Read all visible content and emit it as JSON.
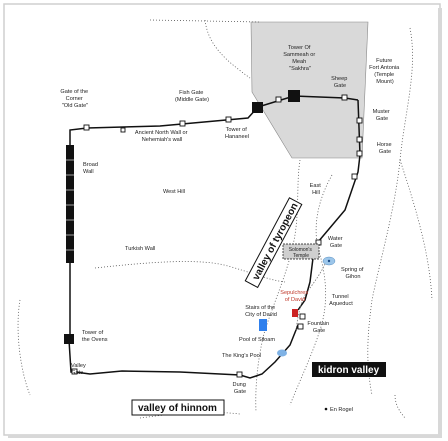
{
  "labels": {
    "tower_sammeah": [
      "Tower Of",
      "Sammeah or",
      "Meah",
      "\"Sakhra\""
    ],
    "sheep_gate": [
      "Sheep",
      "Gate"
    ],
    "future_fort": [
      "Future",
      "Fort Antonia",
      "(Temple",
      "Mount)"
    ],
    "gate_corner": [
      "Gate of the",
      "Corner",
      "\"Old Gate\""
    ],
    "fish_gate": [
      "Fish Gate",
      "(Middle Gate)"
    ],
    "tower_hananeel": [
      "Tower of",
      "Hananeel"
    ],
    "ancient_wall": [
      "Ancient North Wall or",
      "Nehemiah's wall"
    ],
    "muster_gate": [
      "Muster",
      "Gate"
    ],
    "horse_gate": [
      "Horse",
      "Gate"
    ],
    "broad_wall": [
      "Broad",
      "Wall"
    ],
    "west_hill": "West Hill",
    "east_hill": [
      "East",
      "Hill"
    ],
    "turkish_wall": "Turkish Wall",
    "water_gate": [
      "Water",
      "Gate"
    ],
    "solomons_temple": [
      "Solomon's",
      "Temple"
    ],
    "spring_gihon": [
      "Spring of",
      "Gihon"
    ],
    "sepulchres": [
      "Sepulchres",
      "of David"
    ],
    "stairs": [
      "Stairs of the",
      "City of David"
    ],
    "tunnel": [
      "Tunnel",
      "Aqueduct"
    ],
    "fountain_gate": [
      "Fountain",
      "Gate"
    ],
    "pool_siloam": "Pool of Siloam",
    "kings_pool": "The King's Pool",
    "tower_ovens": [
      "Tower of",
      "the Ovens"
    ],
    "valley_gate": [
      "Valley",
      "Gate"
    ],
    "dung_gate": [
      "Dung",
      "Gate"
    ],
    "valley_tyropoeon": "valley of tyropeon",
    "kidron_valley": "kidron valley",
    "valley_hinnom": "valley of hinnom",
    "en_rogel": "En Rogel"
  },
  "colors": {
    "temple_area": "#d9d9d9",
    "wall": "#111111",
    "sepulchre_marker": "#cc2222",
    "pool_siloam": "#2f80ed",
    "kings_pool": "#7fb2e5",
    "gihon": "#9cc6ea"
  }
}
